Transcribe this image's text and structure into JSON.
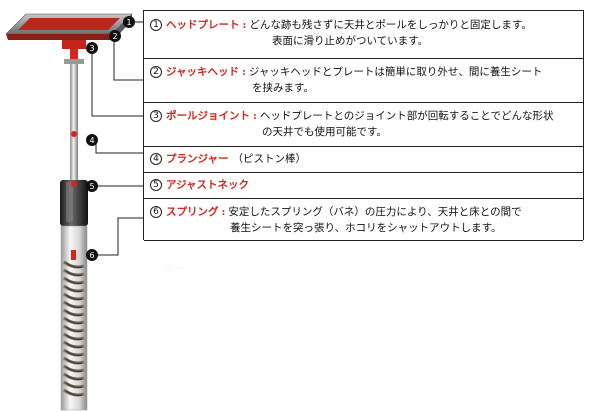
{
  "parts": [
    {
      "number": "1",
      "name": "ヘッドプレート",
      "desc_line1": "どんな跡も残さずに天井とポールをしっかりと固定します。",
      "desc_line2": "表面に滑り止めがついています。"
    },
    {
      "number": "2",
      "name": "ジャッキヘッド",
      "desc_line1": "ジャッキヘッドとプレートは簡単に取り外せ、間に養生シート",
      "desc_line2": "を挟みます。"
    },
    {
      "number": "3",
      "name": "ポールジョイント",
      "desc_line1": "ヘッドプレートとのジョイント部が回転することでどんな形状",
      "desc_line2": "の天井でも使用可能です。"
    },
    {
      "number": "4",
      "name": "プランジャー",
      "desc_line1": "（ピストン棒）",
      "desc_line2": ""
    },
    {
      "number": "5",
      "name": "アジャストネック",
      "desc_line1": "",
      "desc_line2": ""
    },
    {
      "number": "6",
      "name": "スプリング",
      "desc_line1": "安定したスプリング（バネ）の圧力により、天井と床との間で",
      "desc_line2": "養生シートを突っ張り、ホコリをシャットアウトします。"
    }
  ],
  "circled": [
    "①",
    "②",
    "③",
    "④",
    "⑤",
    "⑥"
  ],
  "watermark": "ポー",
  "colors": {
    "accent_red": "#d8231b",
    "plate_red": "#b8281f",
    "marker": "#111111"
  }
}
